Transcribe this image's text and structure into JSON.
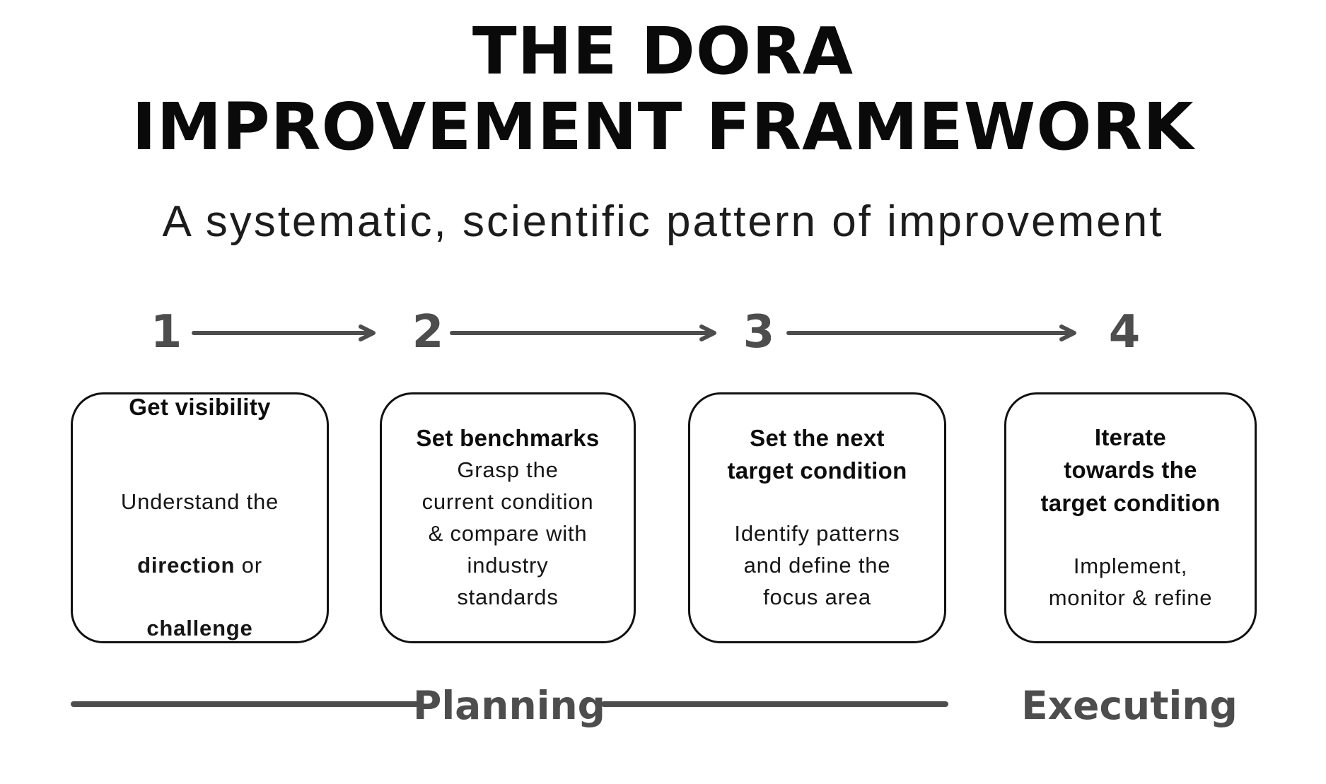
{
  "title": {
    "line1": "THE DORA",
    "line2": "IMPROVEMENT FRAMEWORK"
  },
  "subtitle": "A systematic, scientific pattern of improvement",
  "steps": [
    {
      "number": "1",
      "title": "Get visibility",
      "body_segments": [
        {
          "text": "Understand the",
          "bold": false
        },
        {
          "text": "direction",
          "bold": true
        },
        {
          "text": " or",
          "bold": false
        },
        {
          "text": "challenge",
          "bold": true
        }
      ]
    },
    {
      "number": "2",
      "title": "Set benchmarks",
      "body": "Grasp the\ncurrent condition\n& compare with\nindustry\nstandards"
    },
    {
      "number": "3",
      "title": "Set the next\ntarget condition",
      "body": "Identify patterns\nand define the\nfocus area"
    },
    {
      "number": "4",
      "title": "Iterate\ntowards the\ntarget condition",
      "body": "Implement,\nmonitor & refine"
    }
  ],
  "phases": {
    "planning": "Planning",
    "executing": "Executing"
  },
  "icons": {
    "step_arrow": "arrow-right-icon"
  },
  "colors": {
    "background": "#ffffff",
    "text": "#111111",
    "muted_gray": "#4d4d4d",
    "box_border": "#111111"
  }
}
